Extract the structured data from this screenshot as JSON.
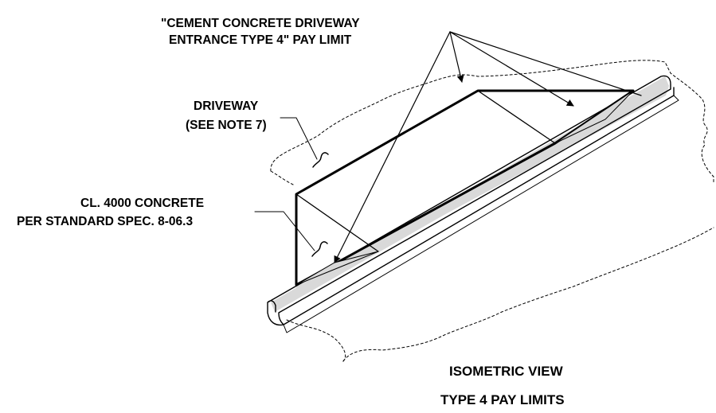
{
  "callouts": {
    "pay_limit": [
      "\"CEMENT CONCRETE DRIVEWAY",
      "ENTRANCE TYPE 4\" PAY LIMIT"
    ],
    "driveway": [
      "DRIVEWAY",
      "(SEE NOTE 7)"
    ],
    "concrete_line1": "CL. 4000 CONCRETE",
    "concrete_line2_prefix": "PER ",
    "concrete_line2_spec": "STANDARD SPEC. 8-06.3"
  },
  "titles": {
    "view": "ISOMETRIC VIEW",
    "subtitle": "TYPE 4 PAY LIMITS"
  },
  "colors": {
    "line": "#000000",
    "curb_shade": "#d9d9d9",
    "background": "#ffffff"
  }
}
